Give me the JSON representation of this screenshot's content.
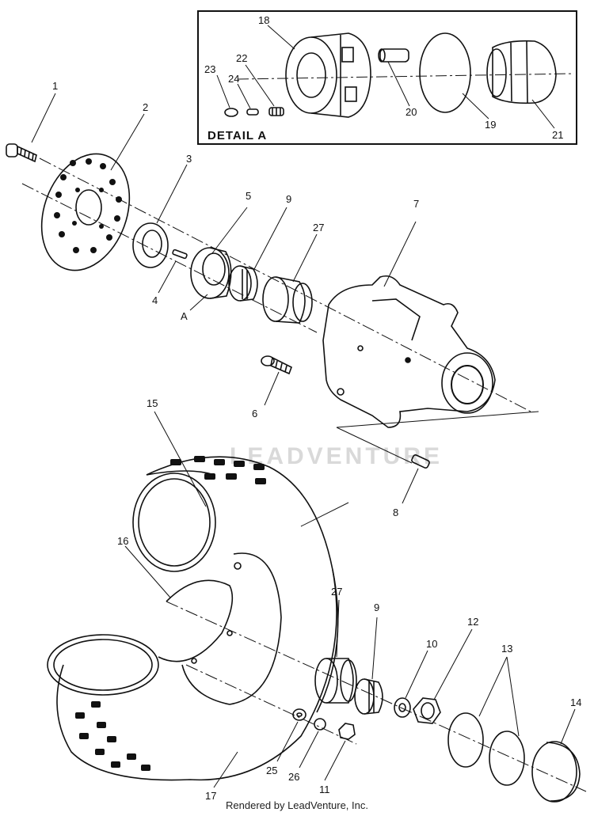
{
  "detail_box": {
    "title": "DETAIL A"
  },
  "callouts": {
    "p1": "1",
    "p2": "2",
    "p3": "3",
    "p4": "4",
    "p5": "5",
    "pA": "A",
    "p6": "6",
    "p7": "7",
    "p8": "8",
    "p9a": "9",
    "p9b": "9",
    "p10": "10",
    "p11": "11",
    "p12": "12",
    "p13": "13",
    "p14": "14",
    "p15": "15",
    "p16": "16",
    "p17": "17",
    "p18": "18",
    "p19": "19",
    "p20": "20",
    "p21": "21",
    "p22": "22",
    "p23": "23",
    "p24": "24",
    "p25": "25",
    "p26": "26",
    "p27a": "27",
    "p27b": "27"
  },
  "watermark": "LEADVENTURE",
  "footer": "Rendered by LeadVenture, Inc."
}
